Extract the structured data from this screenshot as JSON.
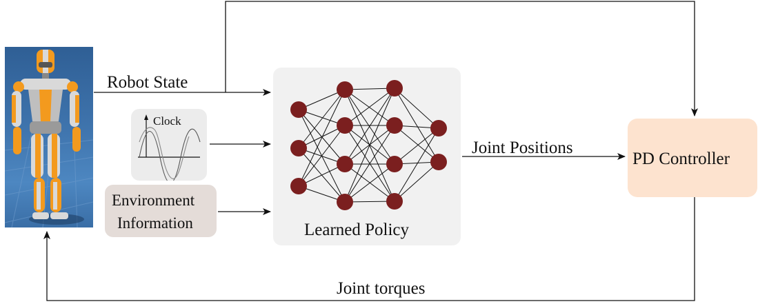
{
  "labels": {
    "robot_state": "Robot State",
    "clock": "Clock",
    "environment_line1": "Environment",
    "environment_line2": "Information",
    "learned_policy": "Learned Policy",
    "joint_positions": "Joint Positions",
    "pd_controller": "PD Controller",
    "joint_torques": "Joint torques"
  },
  "colors": {
    "policy_box": "#f1f1f1",
    "clock_box": "#ececec",
    "environment_box": "#e4dcd8",
    "pd_box": "#fde3cf",
    "neuron": "#7b1f1f",
    "arrow": "#111111",
    "robot_orange": "#f39a1e",
    "robot_silver": "#d9d9d9"
  },
  "network": {
    "layers": [
      3,
      4,
      4,
      2
    ]
  }
}
